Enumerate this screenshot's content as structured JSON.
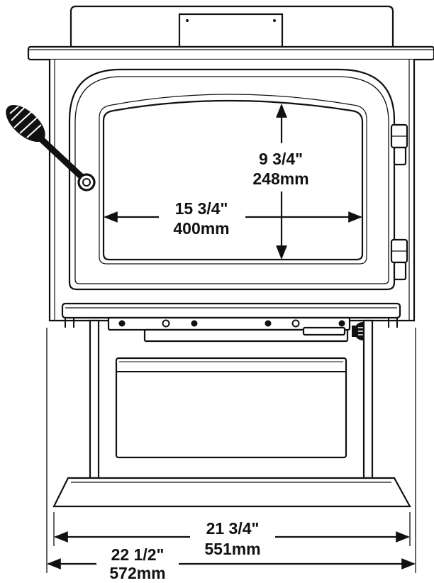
{
  "dimensions": {
    "glass_height": {
      "imperial": "9 3/4\"",
      "metric": "248mm"
    },
    "glass_width": {
      "imperial": "15 3/4\"",
      "metric": "400mm"
    },
    "leg_width": {
      "imperial": "21 3/4\"",
      "metric": "551mm"
    },
    "overall_width": {
      "imperial": "22 1/2\"",
      "metric": "572mm"
    }
  },
  "icons": [
    "door-handle-icon",
    "door-hinge-icon",
    "ash-drawer-knob-icon"
  ],
  "colors": {
    "line": "#111111",
    "background": "#ffffff"
  }
}
